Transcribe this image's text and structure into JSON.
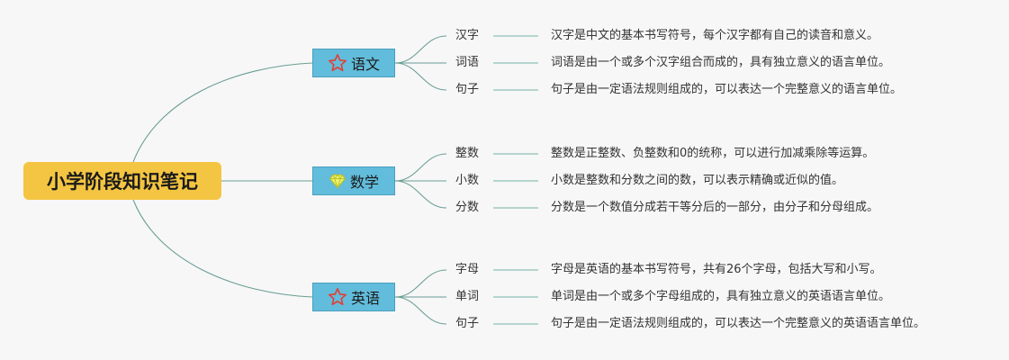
{
  "root": {
    "title": "小学阶段知识笔记"
  },
  "branches": [
    {
      "label": "语文",
      "icon": "star-icon",
      "children": [
        {
          "label": "汉字",
          "desc": "汉字是中文的基本书写符号，每个汉字都有自己的读音和意义。"
        },
        {
          "label": "词语",
          "desc": "词语是由一个或多个汉字组合而成的，具有独立意义的语言单位。"
        },
        {
          "label": "句子",
          "desc": "句子是由一定语法规则组成的，可以表达一个完整意义的语言单位。"
        }
      ]
    },
    {
      "label": "数学",
      "icon": "diamond-icon",
      "children": [
        {
          "label": "整数",
          "desc": "整数是正整数、负整数和0的统称，可以进行加减乘除等运算。"
        },
        {
          "label": "小数",
          "desc": "小数是整数和分数之间的数，可以表示精确或近似的值。"
        },
        {
          "label": "分数",
          "desc": "分数是一个数值分成若干等分后的一部分，由分子和分母组成。"
        }
      ]
    },
    {
      "label": "英语",
      "icon": "star-icon",
      "children": [
        {
          "label": "字母",
          "desc": "字母是英语的基本书写符号，共有26个字母，包括大写和小写。"
        },
        {
          "label": "单词",
          "desc": "单词是由一个或多个字母组成的，具有独立意义的英语语言单位。"
        },
        {
          "label": "句子",
          "desc": "句子是由一定语法规则组成的，可以表达一个完整意义的英语语言单位。"
        }
      ]
    }
  ],
  "colors": {
    "root_fill": "#f4c542",
    "branch_fill": "#62bcdb",
    "connector": "#6a9e95",
    "star": "#e0413a",
    "diamond": "#e8e84a"
  }
}
